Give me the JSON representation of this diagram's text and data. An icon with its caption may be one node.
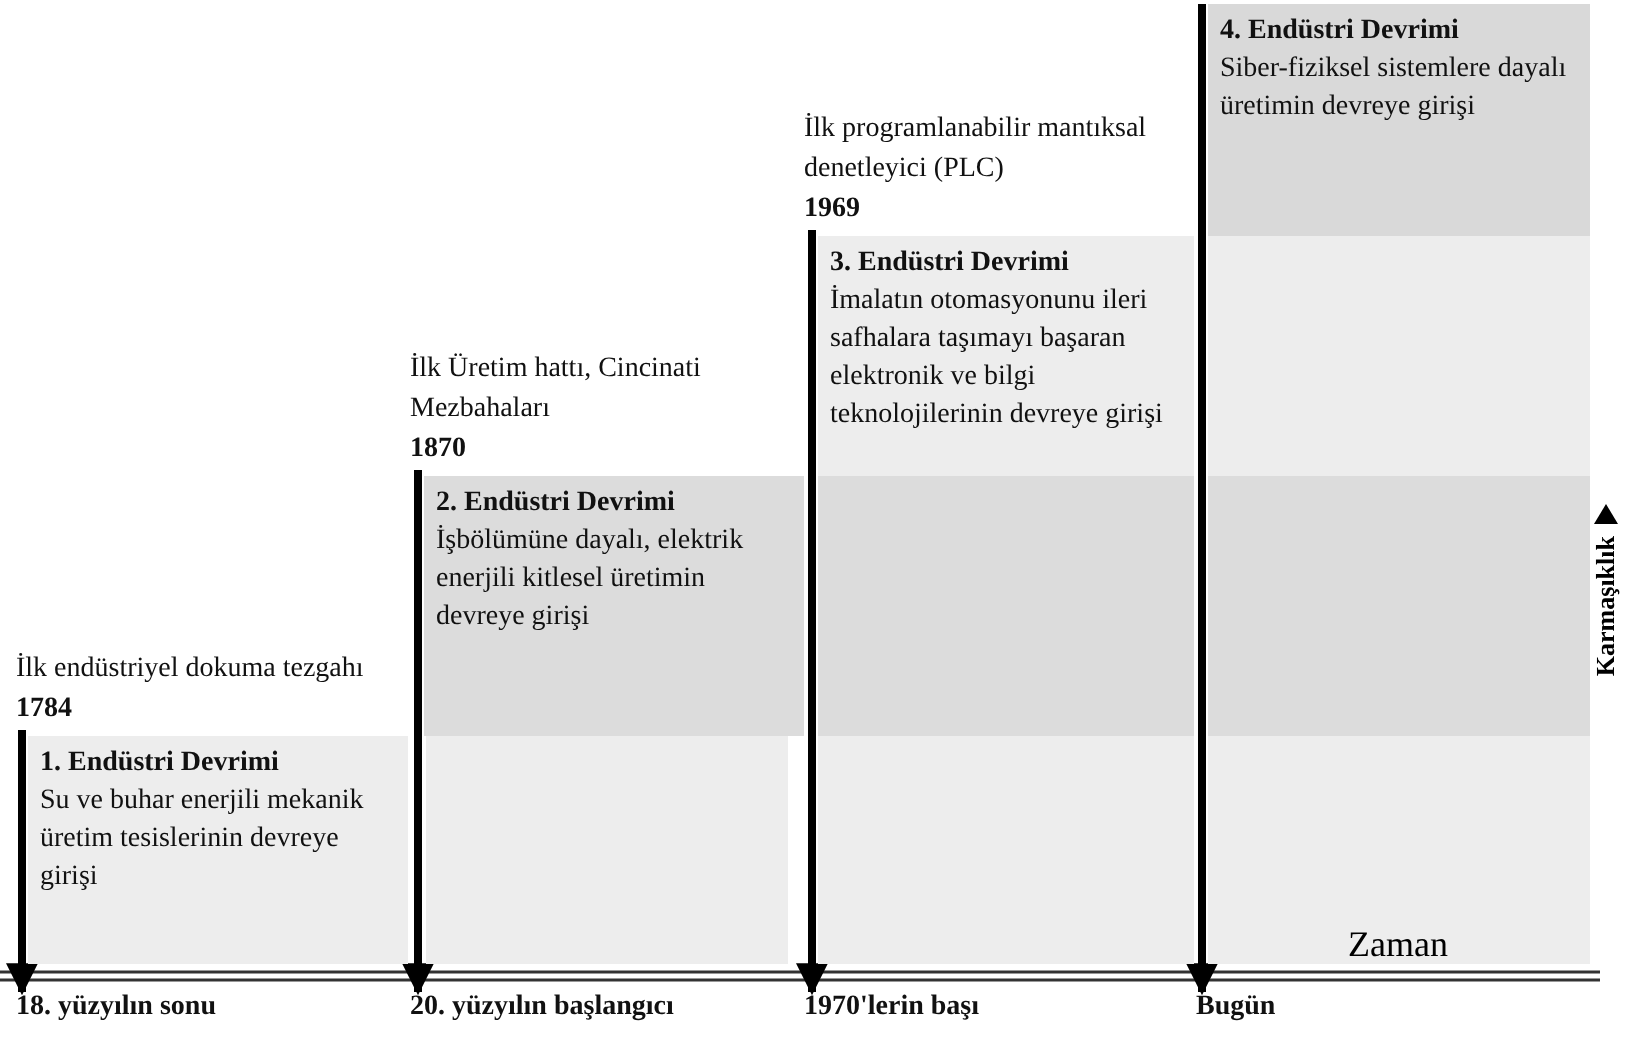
{
  "diagram": {
    "nodes": [
      {
        "text": [
          "1. Endüstri Devrimi",
          "Su ve buhar enerjili mekanik üretim tesislerinin devreye girişi"
        ]
      },
      {
        "text": [
          "2. Endüstri Devrimi",
          "İşbölümüne dayalı, elektrik enerjili kitlesel üretimin devreye girişi"
        ]
      },
      {
        "text": [
          "3. Endüstri Devrimi",
          "İmalatın otomasyonunu ileri safhalara taşımayı başaran elektronik ve bilgi teknolojilerinin devreye girişi"
        ]
      },
      {
        "text": [
          "4. Endüstri Devrimi",
          "Siber-fiziksel sistemlere dayalı üretimin devreye girişi"
        ]
      },
      {
        "text": [
          "İlk endüstriyel dokuma tezgahı",
          "1784"
        ]
      },
      {
        "text": [
          "İlk Üretim hattı, Cincinati Mezbahaları",
          "1870"
        ]
      },
      {
        "text": [
          "İlk programlanabilir mantıksal denetleyici (PLC)",
          "1969"
        ]
      },
      {
        "text": [
          "18. yüzyılın sonu"
        ]
      },
      {
        "text": [
          "20. yüzyılın başlangıcı"
        ]
      },
      {
        "text": [
          "1970'lerin başı"
        ]
      },
      {
        "text": [
          "Bugün"
        ]
      }
    ],
    "edges": [
      {
        "from": 4,
        "to": 7,
        "arrow": "to"
      },
      {
        "from": 5,
        "to": 8,
        "arrow": "to"
      },
      {
        "from": 6,
        "to": 9,
        "arrow": "to"
      },
      {
        "from": 3,
        "to": 10,
        "arrow": "to"
      }
    ],
    "labels": [
      "Karmaşıklık",
      "Zaman"
    ]
  }
}
